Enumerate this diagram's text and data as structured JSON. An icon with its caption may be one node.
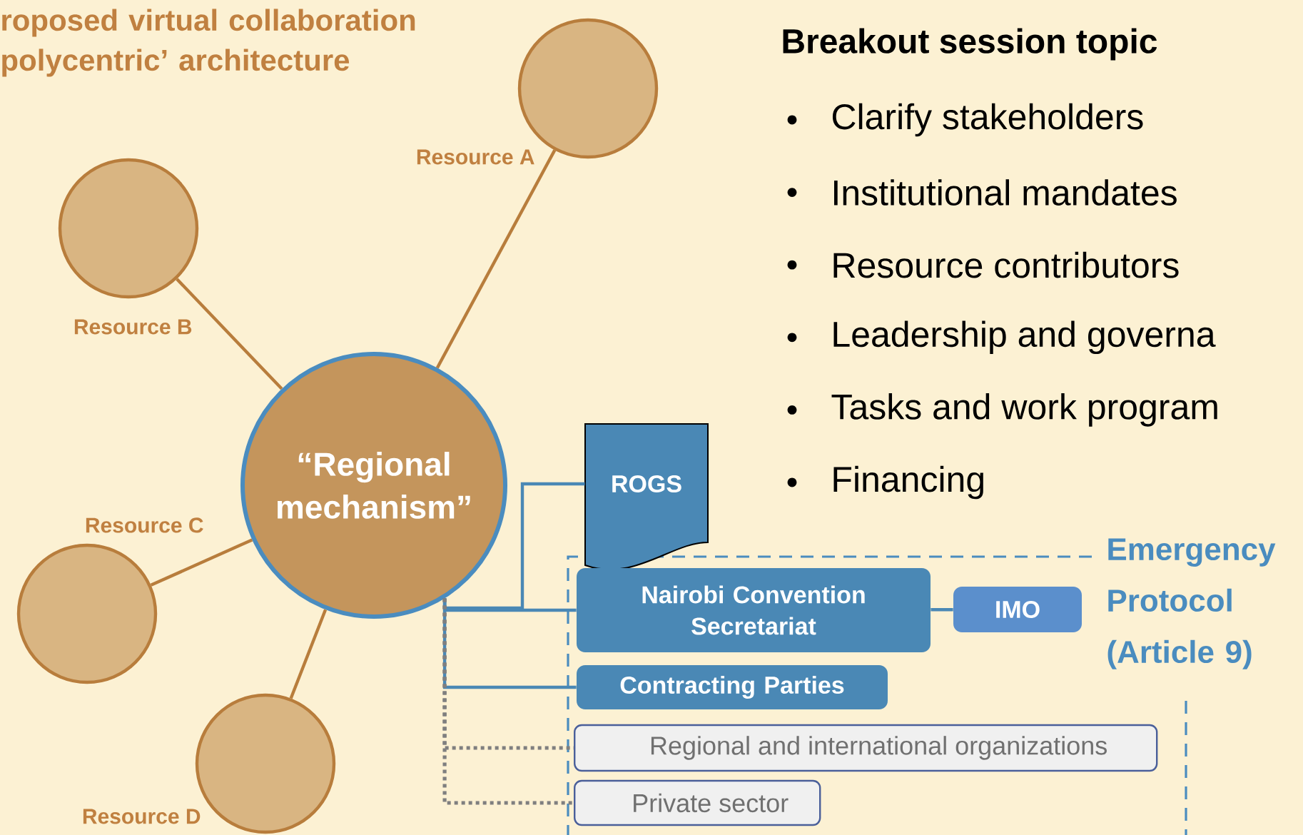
{
  "diagram": {
    "title": "roposed virtual collaboration polycentric’ architecture",
    "nodes": [
      {
        "text": [
          "“Regional mechanism”"
        ]
      },
      {
        "text": [],
        "shape": "circle",
        "beside": [
          "Resource A"
        ]
      },
      {
        "text": [],
        "shape": "circle",
        "beside": [
          "Resource B"
        ]
      },
      {
        "text": [],
        "shape": "circle",
        "beside": [
          "Resource C"
        ]
      },
      {
        "text": [],
        "shape": "circle",
        "beside": [
          "Resource D"
        ]
      },
      {
        "text": [
          "Emergency Protocol (Article 9)"
        ]
      },
      {
        "text": [
          "ROGS"
        ]
      },
      {
        "text": [
          "Nairobi Convention Secretariat"
        ],
        "in": 5
      },
      {
        "text": [
          "IMO"
        ],
        "in": 5
      },
      {
        "text": [
          "Contracting Parties"
        ],
        "in": 5
      },
      {
        "text": [
          "Regional and international organizations"
        ],
        "in": 5
      },
      {
        "text": [
          "Private sector"
        ],
        "in": 5
      }
    ],
    "edges": [
      {
        "from": 0,
        "to": 1,
        "arrow": "none",
        "color": "#b87d3c"
      },
      {
        "from": 0,
        "to": 2,
        "arrow": "none",
        "color": "#b87d3c"
      },
      {
        "from": 0,
        "to": 3,
        "arrow": "none",
        "color": "#b87d3c"
      },
      {
        "from": 0,
        "to": 4,
        "arrow": "none",
        "color": "#b87d3c"
      },
      {
        "from": 0,
        "to": 6,
        "arrow": "none",
        "color": "#4a88b5"
      },
      {
        "from": 0,
        "to": 7,
        "arrow": "none",
        "color": "#4a88b5"
      },
      {
        "from": 7,
        "to": 8,
        "arrow": "none",
        "color": "#4a88b5"
      },
      {
        "from": 0,
        "to": 9,
        "arrow": "none",
        "color": "#4a88b5"
      },
      {
        "from": 0,
        "to": 10,
        "arrow": "none",
        "style": "dashed",
        "color": "#7f7f7f"
      },
      {
        "from": 0,
        "to": 11,
        "arrow": "none",
        "style": "dashed",
        "color": "#7f7f7f"
      }
    ],
    "labels": [
      "Breakout session topic",
      "Clarify stakeholders",
      "Institutional mandates",
      "Resource contributors",
      "Leadership and governa",
      "Tasks and work program",
      "Financing"
    ]
  }
}
